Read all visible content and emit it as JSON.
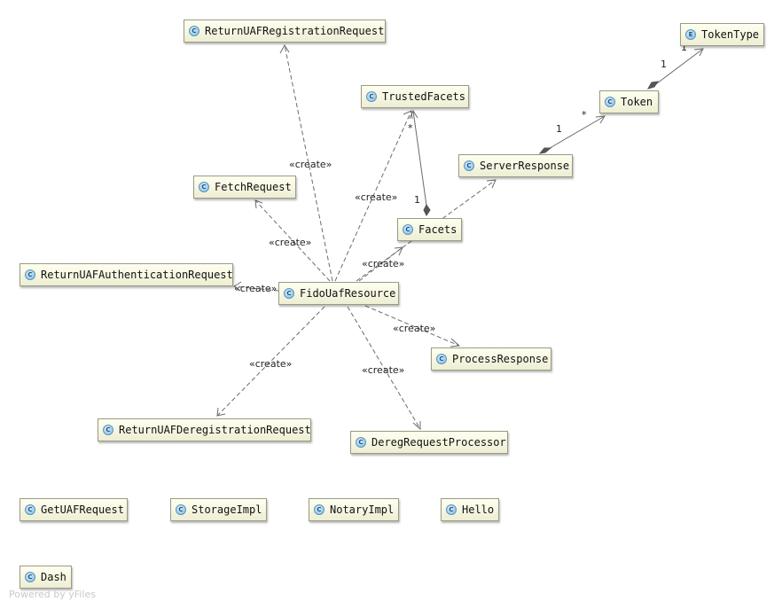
{
  "nodes": {
    "ReturnUAFRegistrationRequest": {
      "kind": "C",
      "label": "ReturnUAFRegistrationRequest"
    },
    "TokenType": {
      "kind": "E",
      "label": "TokenType"
    },
    "TrustedFacets": {
      "kind": "C",
      "label": "TrustedFacets"
    },
    "Token": {
      "kind": "C",
      "label": "Token"
    },
    "ServerResponse": {
      "kind": "C",
      "label": "ServerResponse"
    },
    "FetchRequest": {
      "kind": "C",
      "label": "FetchRequest"
    },
    "Facets": {
      "kind": "C",
      "label": "Facets"
    },
    "ReturnUAFAuthenticationRequest": {
      "kind": "C",
      "label": "ReturnUAFAuthenticationRequest"
    },
    "FidoUafResource": {
      "kind": "C",
      "label": "FidoUafResource"
    },
    "ProcessResponse": {
      "kind": "C",
      "label": "ProcessResponse"
    },
    "ReturnUAFDeregistrationRequest": {
      "kind": "C",
      "label": "ReturnUAFDeregistrationRequest"
    },
    "DeregRequestProcessor": {
      "kind": "C",
      "label": "DeregRequestProcessor"
    },
    "GetUAFRequest": {
      "kind": "C",
      "label": "GetUAFRequest"
    },
    "StorageImpl": {
      "kind": "C",
      "label": "StorageImpl"
    },
    "NotaryImpl": {
      "kind": "C",
      "label": "NotaryImpl"
    },
    "Hello": {
      "kind": "C",
      "label": "Hello"
    },
    "Dash": {
      "kind": "C",
      "label": "Dash"
    }
  },
  "edges": {
    "create_label": "«create»",
    "multiplicity": {
      "one": "1",
      "many": "*"
    }
  },
  "watermark": "Powered by yFiles"
}
